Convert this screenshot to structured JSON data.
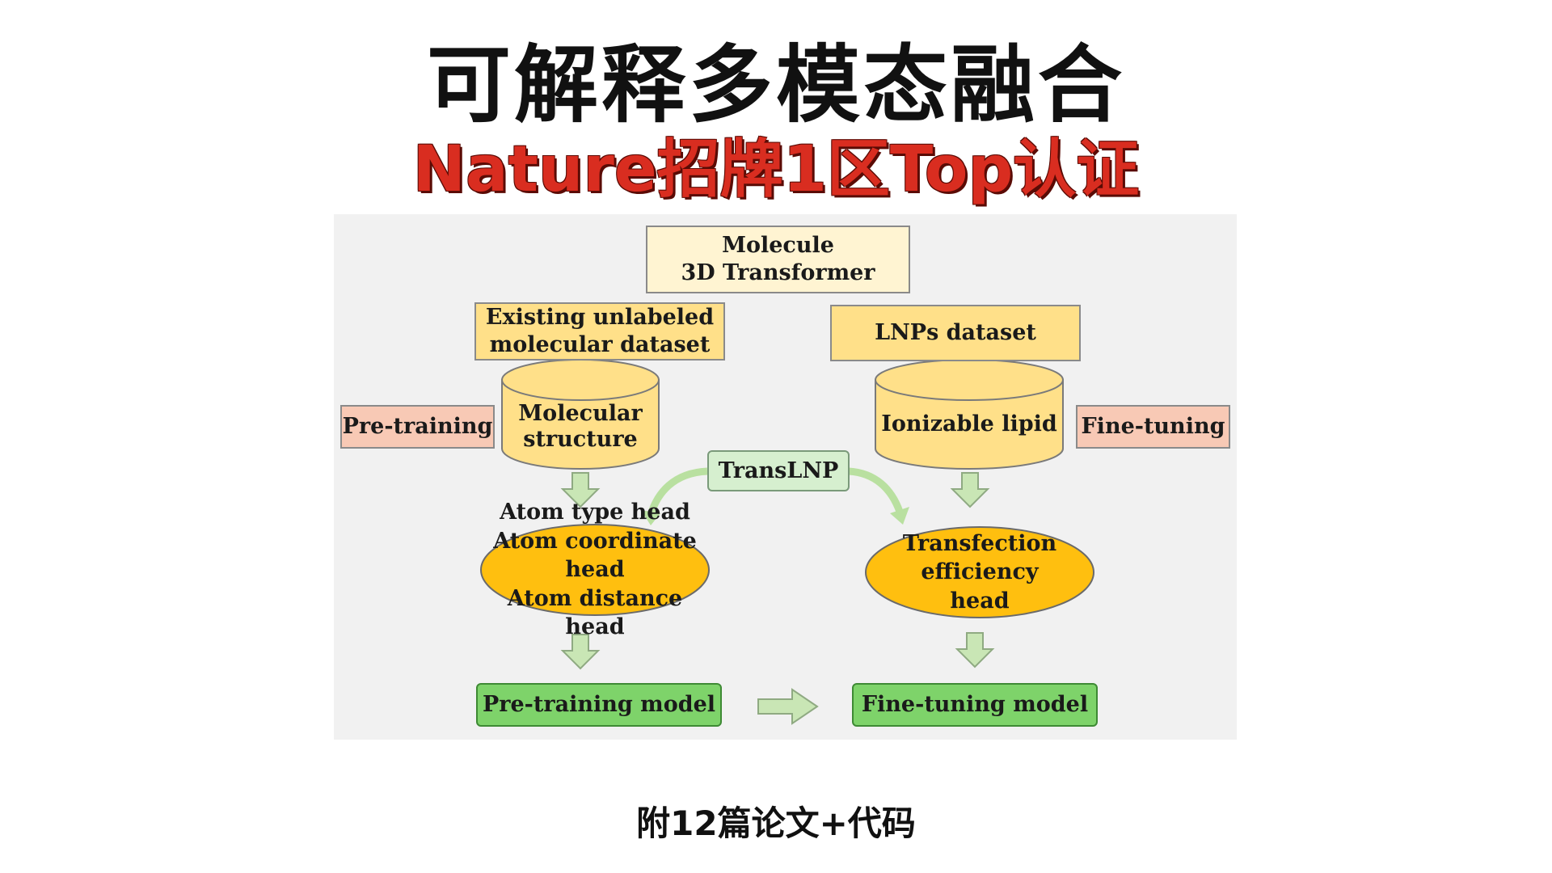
{
  "header": {
    "title": "可解释多模态融合",
    "subtitle": "Nature招牌1区Top认证"
  },
  "diagram": {
    "molecule_transformer": [
      "Molecule",
      "3D Transformer"
    ],
    "unlabeled_dataset": [
      "Existing unlabeled",
      "molecular dataset"
    ],
    "lnps_dataset": "LNPs dataset",
    "pretraining_label": "Pre-training",
    "finetuning_label": "Fine-tuning",
    "molecular_structure": [
      "Molecular",
      "structure"
    ],
    "ionizable_lipid": "Ionizable lipid",
    "translnp": "TransLNP",
    "pretrain_heads": [
      "Atom type head",
      "Atom coordinate head",
      "Atom distance head"
    ],
    "finetune_head": [
      "Transfection efficiency",
      "head"
    ],
    "pretraining_model": "Pre-training model",
    "finetuning_model": "Fine-tuning model"
  },
  "colors": {
    "cream": "#fff4d2",
    "yellow": "#ffe089",
    "pink": "#f8c9b5",
    "orange": "#ffbf0f",
    "green": "#7ed36a",
    "mint": "#d6efcf",
    "title_red": "#d92d20"
  },
  "footer": "附12篇论文+代码"
}
